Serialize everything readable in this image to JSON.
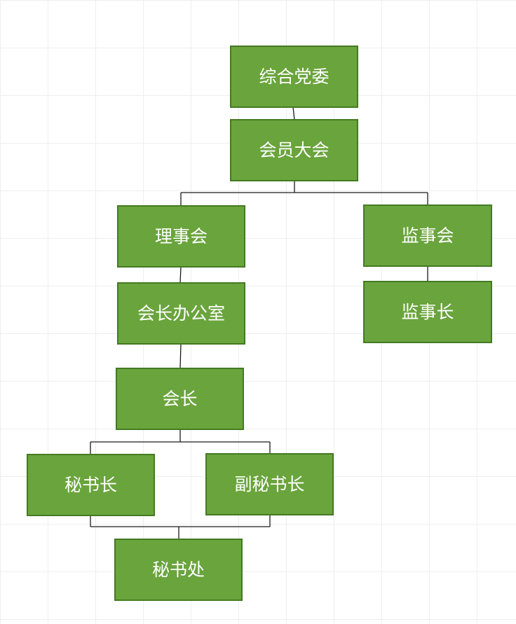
{
  "nodes": {
    "party_committee": "综合党委",
    "general_assembly": "会员大会",
    "council": "理事会",
    "supervisory_board": "监事会",
    "president_office": "会长办公室",
    "chief_supervisor": "监事长",
    "president": "会长",
    "secretary_general": "秘书长",
    "deputy_secretary_general": "副秘书长",
    "secretariat": "秘书处"
  },
  "colors": {
    "node_fill": "#6aa43c",
    "node_border": "#447a22",
    "node_text": "#ffffff",
    "connector": "#1a1a1a"
  }
}
